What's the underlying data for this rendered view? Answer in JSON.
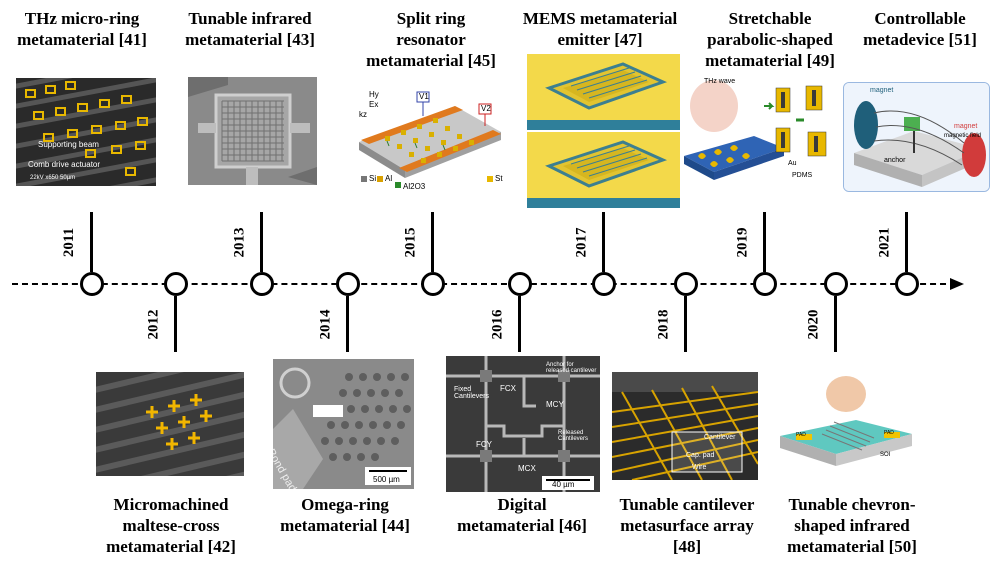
{
  "top": [
    {
      "line1": "THz micro-ring",
      "line2": "metamaterial [41]",
      "line3": "",
      "year": "2011"
    },
    {
      "line1": "Tunable infrared",
      "line2": "metamaterial [43]",
      "line3": "",
      "year": "2013"
    },
    {
      "line1": "Split ring",
      "line2": "resonator",
      "line3": "metamaterial [45]",
      "year": "2015"
    },
    {
      "line1": "MEMS metamaterial",
      "line2": "emitter [47]",
      "line3": "",
      "year": "2017"
    },
    {
      "line1": "Stretchable",
      "line2": "parabolic-shaped",
      "line3": "metamaterial [49]",
      "year": "2019"
    },
    {
      "line1": "Controllable",
      "line2": "metadevice [51]",
      "line3": "",
      "year": "2021"
    }
  ],
  "bottom": [
    {
      "line1": "Micromachined",
      "line2": "maltese-cross",
      "line3": "metamaterial [42]",
      "year": "2012"
    },
    {
      "line1": "Omega-ring",
      "line2": "metamaterial [44]",
      "line3": "",
      "year": "2014"
    },
    {
      "line1": "Digital",
      "line2": "metamaterial [46]",
      "line3": "",
      "year": "2016"
    },
    {
      "line1": "Tunable cantilever",
      "line2": "metasurface array",
      "line3": "[48]",
      "year": "2018"
    },
    {
      "line1": "Tunable chevron-",
      "line2": "shaped infrared",
      "line3": "metamaterial [50]",
      "year": "2020"
    }
  ],
  "annotations": {
    "thz_supporting": "Supporting beam",
    "thz_comb": "Comb drive actuator",
    "thz_scale": "22kV    x650    50µm",
    "srr_hy": "Hy",
    "srr_ex": "Ex",
    "srr_kz": "kz",
    "srr_v1": "V1",
    "srr_v2": "V2",
    "srr_si": "Si",
    "srr_al": "Al",
    "srr_al2o3": "Al2O3",
    "srr_st": "St",
    "stretch_thz": "THz wave",
    "stretch_au": "Au",
    "stretch_pdms": "PDMS",
    "ctrl_magnet1": "magnet",
    "ctrl_magnet2": "magnet",
    "ctrl_anchor": "anchor",
    "ctrl_field": "magnetic field",
    "omega_scale": "500 µm",
    "omega_bond": "Bond pad",
    "digital_fixed": "Fixed Cantilevers",
    "digital_fcx": "FCX",
    "digital_fcy": "FCY",
    "digital_mcx": "MCX",
    "digital_mcy": "MCY",
    "digital_anchor": "Anchor for released cantilever",
    "digital_released": "Released Cantilevers",
    "digital_scale": "40 µm",
    "cant_cantilever": "Cantilever",
    "cant_cap": "Cap. pad",
    "cant_wire": "Wire",
    "chev_pad1": "PAD",
    "chev_pad2": "PAD",
    "chev_soi": "SOI"
  }
}
